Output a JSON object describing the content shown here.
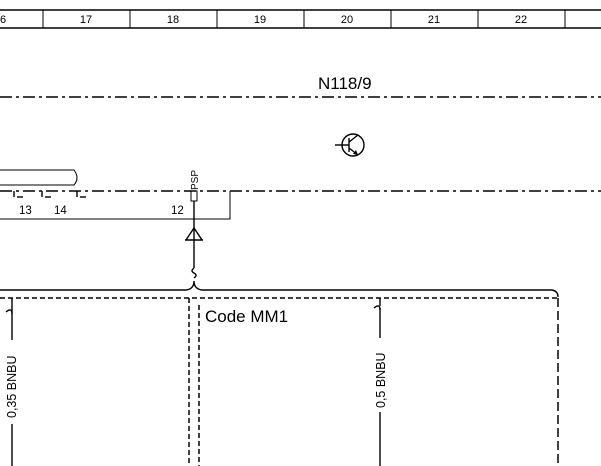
{
  "ruler": {
    "labels": [
      "6",
      "17",
      "18",
      "19",
      "20",
      "21",
      "22"
    ]
  },
  "component": {
    "name": "N118/9",
    "icon": "transistor-symbol-icon"
  },
  "pins": {
    "p13": "13",
    "p14": "14",
    "p12": "12",
    "psp": "PSP"
  },
  "code_label": "Code MM1",
  "wires": {
    "left": "0,35 BNBU",
    "right": "0,5 BNBU"
  },
  "icons": [
    "connector-symbol-icon",
    "wire-break-icon",
    "brace-icon",
    "transistor-symbol-icon"
  ]
}
